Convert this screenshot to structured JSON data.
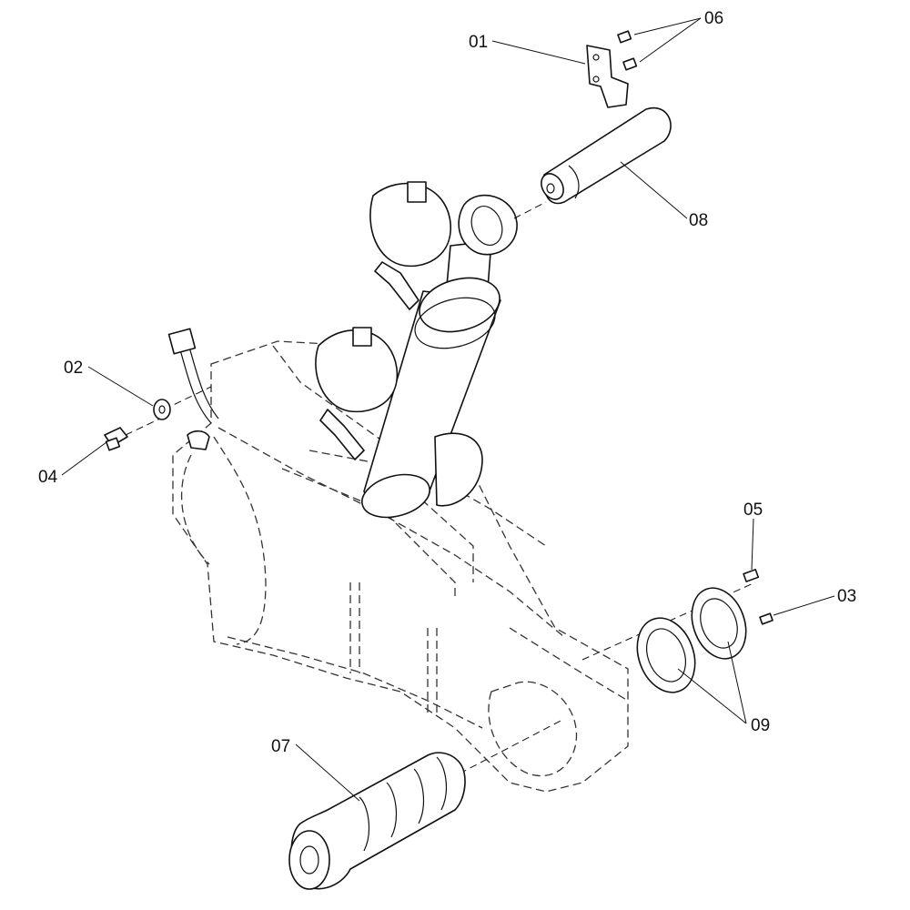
{
  "diagram": {
    "callouts": [
      {
        "id": "01",
        "label": "01"
      },
      {
        "id": "02",
        "label": "02"
      },
      {
        "id": "03",
        "label": "03"
      },
      {
        "id": "04",
        "label": "04"
      },
      {
        "id": "05",
        "label": "05"
      },
      {
        "id": "06",
        "label": "06"
      },
      {
        "id": "07",
        "label": "07"
      },
      {
        "id": "08",
        "label": "08"
      },
      {
        "id": "09",
        "label": "09"
      }
    ]
  }
}
